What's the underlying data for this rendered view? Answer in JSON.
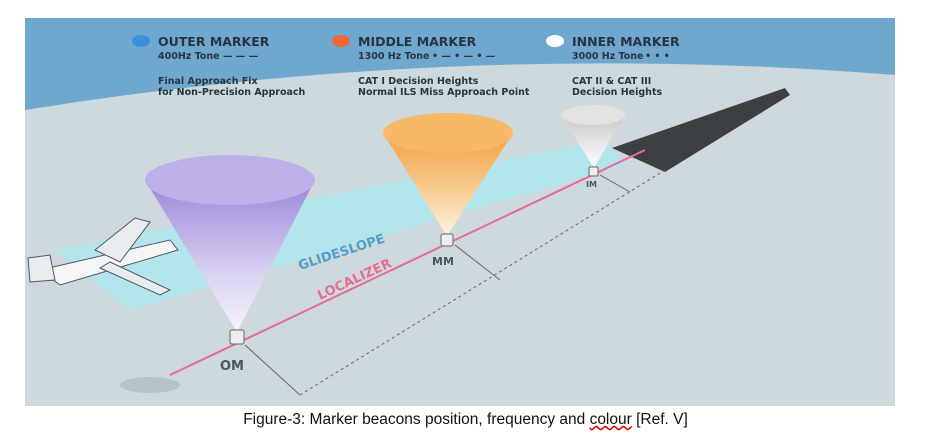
{
  "markers": [
    {
      "title": "OUTER MARKER",
      "tone": "400Hz Tone",
      "code": "— — —",
      "desc1": "Final Approach Fix",
      "desc2": "for Non-Precision Approach",
      "abbr": "OM",
      "color": "#3b8fe0"
    },
    {
      "title": "MIDDLE MARKER",
      "tone": "1300 Hz Tone",
      "code": "• — • — • —",
      "desc1": "CAT I Decision Heights",
      "desc2": "Normal ILS Miss Approach Point",
      "abbr": "MM",
      "color": "#f06a35"
    },
    {
      "title": "INNER MARKER",
      "tone": "3000 Hz Tone",
      "code": "• • •",
      "desc1": "CAT II & CAT III",
      "desc2": "Decision Heights",
      "abbr": "IM",
      "color": "#ffffff"
    }
  ],
  "glideslope": "GLIDESLOPE",
  "localizer": "LOCALIZER",
  "caption": {
    "prefix": "Figure-3: Marker beacons position, frequency and ",
    "word": "colour",
    "suffix": " [Ref. V]"
  }
}
